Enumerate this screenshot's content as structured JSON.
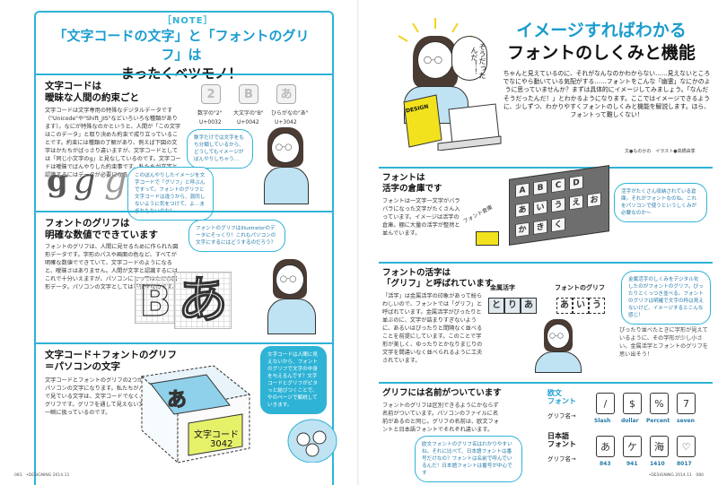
{
  "left": {
    "note_tag": "［NOTE］",
    "title_line1": "「文字コードの文字」と「フォントのグリフ」は",
    "title_line2": "まったくベツモノ！",
    "sec1": {
      "title1": "文字コードは",
      "title2": "曖昧な人間の約束ごと",
      "body": "文字コードは文字専用の特殊なデジタルデータです（\"Unicode\"や\"Shift_JIS\"などいろいろな種類があります）。なにが特殊なのかというと、人間が「この文字はこのデータ」と取り決めた約束で成り立っていることです。約束には種類の了解があり、例えば下図の文字はかたちがばっさり違いますが、文字コードとしては「同じ小文字のg」と見なしているのです。文字コードは曖昧でばんやりした約束事です。私たちが文字と認識するにはデータが必要になるのです。",
      "glyphs": [
        "g",
        "g",
        "g"
      ],
      "chars": [
        "2",
        "B",
        "あ"
      ],
      "code_labels": [
        "数字の\"2\"",
        "大文字の\"B\"",
        "ひらがなの\"あ\""
      ],
      "code_values": [
        "U+0032",
        "U+0042",
        "U+3042"
      ],
      "bubble_a": "数字だけでは文字をもち分類しているから、どうしてもイメージがぼんやりしちゃう…",
      "bubble_b": "このぼんやりしたイメージを文字コードで「グリフ」と呼ぶんですって。フォントのグリフと文字コードは違うから、混同しないように気をつけて、よ…まぎれもないのね！"
    },
    "sec2": {
      "title1": "フォントのグリフは",
      "title2": "明確な数値でできています",
      "body": "フォントのグリフは、人間に見せるために作られた図形データです。字形のパスや画面の色など、すべてが明確な数値でできていて、文字コードのようになると、曖昧さはありません。人間が文字と認識するにはこれで十分いえますが、パソコンにとってはただの図形データ。パソコンの文字としては不完全なのです。",
      "bubble": "フォントのグリフはIllustratorのデータにそっくり！これもパソコンの文字にするにはどうするのだろう？",
      "grid_chars": [
        "B",
        "あ"
      ]
    },
    "sec3": {
      "title1": "文字コード＋フォントのグリフ",
      "title2": "＝パソコンの文字",
      "body": "文字コードとフォントのグリフの2つが結びつくと、パソコンの文字になります。私たちがパソコン画面で見ている文字は、文字コードでなく、フォントのグリフです。グリフを通して見えない文字コードを一瞬に扱っているのです。",
      "bubble": "文字コードは人間に見えないから、フォントのグリフで文字の中身を与えるんです？文字コードとグリフがピタっと結びつくことで、やのページで解説していきます。",
      "cube_char": "あ",
      "cube_label1": "文字コード",
      "cube_label2": "3042"
    },
    "footer": "081　•DESIGNING 2014.11"
  },
  "right": {
    "title_line1": "イメージすればわかる",
    "title_line2": "フォントのしくみと機能",
    "speech": "そうだったんだ！！",
    "book_label": "DESIGN",
    "lead": "ちゃんと見えているのに、それがなんなのかわからない……見えないところでなにやら動いている気配がする……フォントをこんな「幽霊」なにかのように思っていませんか？まずは具体的にイメージしてみましょう。「なんだそうだったんだ！」とわかるようになります。ここではイメージできるように、少しずつ、わかりやすくフォントのしくみと機能を解説します。ほら、フォントって難しくない！",
    "credit": "文●ものかの　イラスト●高橋由季",
    "sec1": {
      "title1": "フォントは",
      "title2": "活字の倉庫です",
      "body": "フォントは一文字一文字がバラバラになった文字がたくさん入っています。イメージは活字の倉庫。棚に大量の活字が整然と並んでいます。",
      "bubble": "活字がたくさん収納されている倉庫。それがフォントなのね。これをパソコンで使うというしくみが必要なのか～",
      "keys": [
        "A",
        "B",
        "C",
        "D",
        "あ",
        "い",
        "う",
        "え",
        "お",
        "か",
        "き",
        "く"
      ],
      "side_label": "フォント倉庫"
    },
    "sec2": {
      "title1": "フォントの活字は",
      "title2": "「グリフ」と呼ばれています",
      "body": "「活字」は金属活字の印象があって紛らわしいので、フォントでは「グリフ」と呼ばれています。金属活字がぴったりと並ぶのに、文字が詰まりすぎないように、あるいはぴったりと間隔なく並べることを前提にしています。このことで字形が美しく、ゆったりとかなりまじりの文字を間違いなく並べられるように工夫されています。",
      "label_metal": "金属活字",
      "label_glyph": "フォントのグリフ",
      "metal_chars": [
        "と",
        "り",
        "あ"
      ],
      "glyph_chars": [
        "あ",
        "い",
        "う"
      ],
      "bubble": "金属活字のしくみをデジタル化したのがフォントのグリフ。ぴったりとくっつき並べる。フォントのグリフは明確で文字の枠は見えないけど、イメージするとこんな感じ！",
      "note": "ぴったり並べたときに字形が見えているように、その字形が少し小さい。金属活字とフォントのグリフを思い出そう！"
    },
    "sec3": {
      "title": "グリフには名前がついています",
      "body": "フォントのグリフは区別できるようにかならず名前がついています。パソコンのファイルに名前があるのと同じ。グリフの名前は、欧文フォントと日本語フォントでそれぞれ違います。",
      "bubble": "欧文フォントのグリフ名はわかりやすいね。それに比べて、日本語フォントは番号だけなの？フォントは名前で呼んでいるんだ！日本語フォントは番号が中心です",
      "latin_label1": "欧文",
      "latin_label2": "フォント",
      "latin_row_label": "グリフ名→",
      "latin_glyphs": [
        "/",
        "$",
        "%",
        "7"
      ],
      "latin_names": [
        "Slash",
        "dollar",
        "Percent",
        "seven"
      ],
      "jp_label1": "日本語",
      "jp_label2": "フォント",
      "jp_row_label": "グリフ名→",
      "jp_glyphs": [
        "あ",
        "ケ",
        "海",
        "♡"
      ],
      "jp_names": [
        "843",
        "941",
        "1410",
        "8017"
      ]
    },
    "footer": "•DESIGNING 2014.11　080"
  }
}
